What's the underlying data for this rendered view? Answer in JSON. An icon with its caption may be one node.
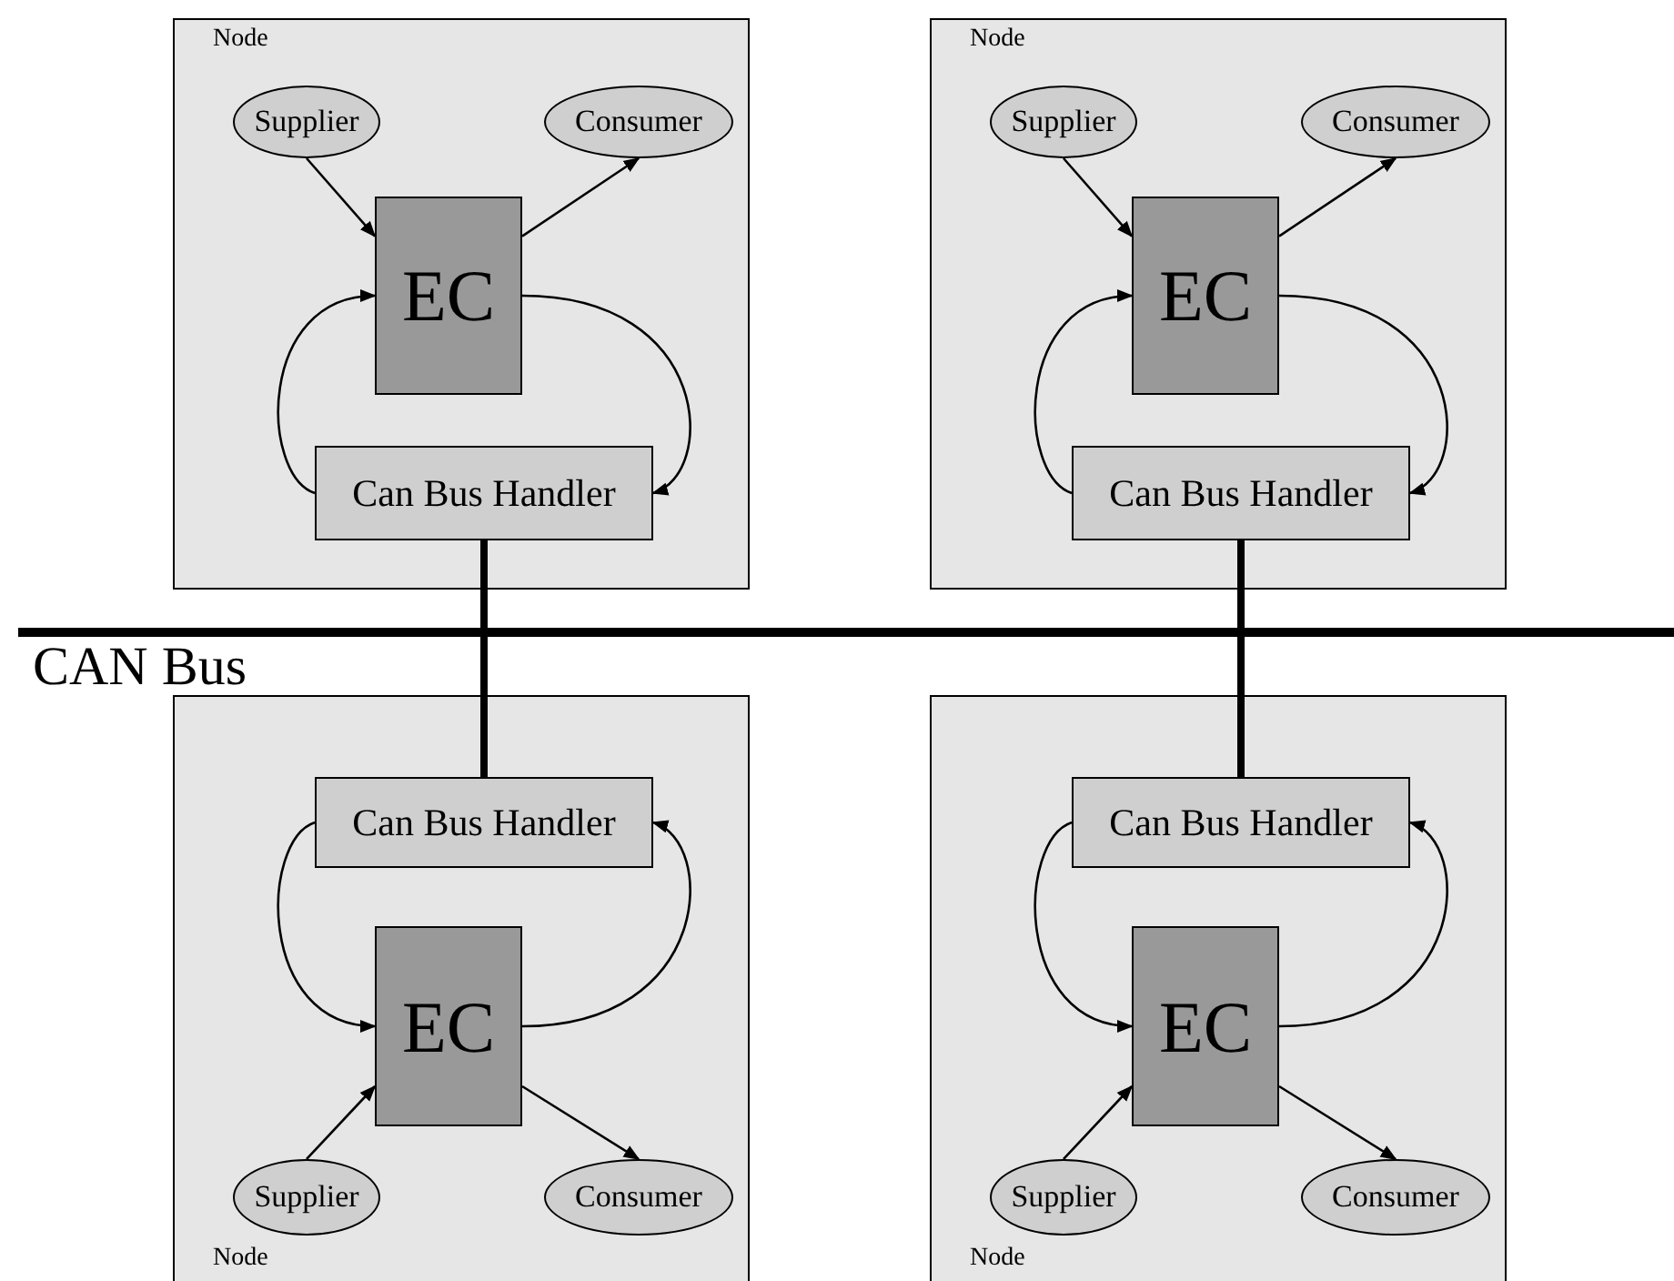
{
  "diagram": {
    "nodes": [
      {
        "text": [
          "Node"
        ]
      },
      {
        "text": [
          "Supplier"
        ],
        "in": 0
      },
      {
        "text": [
          "Consumer"
        ],
        "in": 0
      },
      {
        "text": [
          "EC"
        ],
        "in": 0
      },
      {
        "text": [
          "Can Bus Handler"
        ],
        "in": 0
      },
      {
        "text": [
          "Node"
        ]
      },
      {
        "text": [
          "Supplier"
        ],
        "in": 5
      },
      {
        "text": [
          "Consumer"
        ],
        "in": 5
      },
      {
        "text": [
          "EC"
        ],
        "in": 5
      },
      {
        "text": [
          "Can Bus Handler"
        ],
        "in": 5
      },
      {
        "text": [],
        "shape": "bar"
      },
      {
        "text": [
          "Node"
        ]
      },
      {
        "text": [
          "Can Bus Handler"
        ],
        "in": 11
      },
      {
        "text": [
          "EC"
        ],
        "in": 11
      },
      {
        "text": [
          "Supplier"
        ],
        "in": 11
      },
      {
        "text": [
          "Consumer"
        ],
        "in": 11
      },
      {
        "text": [
          "Node"
        ]
      },
      {
        "text": [
          "Can Bus Handler"
        ],
        "in": 16
      },
      {
        "text": [
          "EC"
        ],
        "in": 16
      },
      {
        "text": [
          "Supplier"
        ],
        "in": 16
      },
      {
        "text": [
          "Consumer"
        ],
        "in": 16
      }
    ],
    "edges": [
      {
        "from": 1,
        "to": 3,
        "arrow": "to"
      },
      {
        "from": 3,
        "to": 2,
        "arrow": "to"
      },
      {
        "from": 4,
        "to": 3,
        "arrow": "to"
      },
      {
        "from": 3,
        "to": 4,
        "arrow": "to"
      },
      {
        "from": 4,
        "to": 10,
        "arrow": "none",
        "style": "thick"
      },
      {
        "from": 6,
        "to": 8,
        "arrow": "to"
      },
      {
        "from": 8,
        "to": 7,
        "arrow": "to"
      },
      {
        "from": 9,
        "to": 8,
        "arrow": "to"
      },
      {
        "from": 8,
        "to": 9,
        "arrow": "to"
      },
      {
        "from": 9,
        "to": 10,
        "arrow": "none",
        "style": "thick"
      },
      {
        "from": 12,
        "to": 10,
        "arrow": "none",
        "style": "thick"
      },
      {
        "from": 12,
        "to": 13,
        "arrow": "to"
      },
      {
        "from": 13,
        "to": 12,
        "arrow": "to"
      },
      {
        "from": 14,
        "to": 13,
        "arrow": "to"
      },
      {
        "from": 13,
        "to": 15,
        "arrow": "to"
      },
      {
        "from": 17,
        "to": 10,
        "arrow": "none",
        "style": "thick"
      },
      {
        "from": 17,
        "to": 18,
        "arrow": "to"
      },
      {
        "from": 18,
        "to": 17,
        "arrow": "to"
      },
      {
        "from": 19,
        "to": 18,
        "arrow": "to"
      },
      {
        "from": 18,
        "to": 20,
        "arrow": "to"
      }
    ],
    "labels": [
      "CAN Bus"
    ]
  }
}
